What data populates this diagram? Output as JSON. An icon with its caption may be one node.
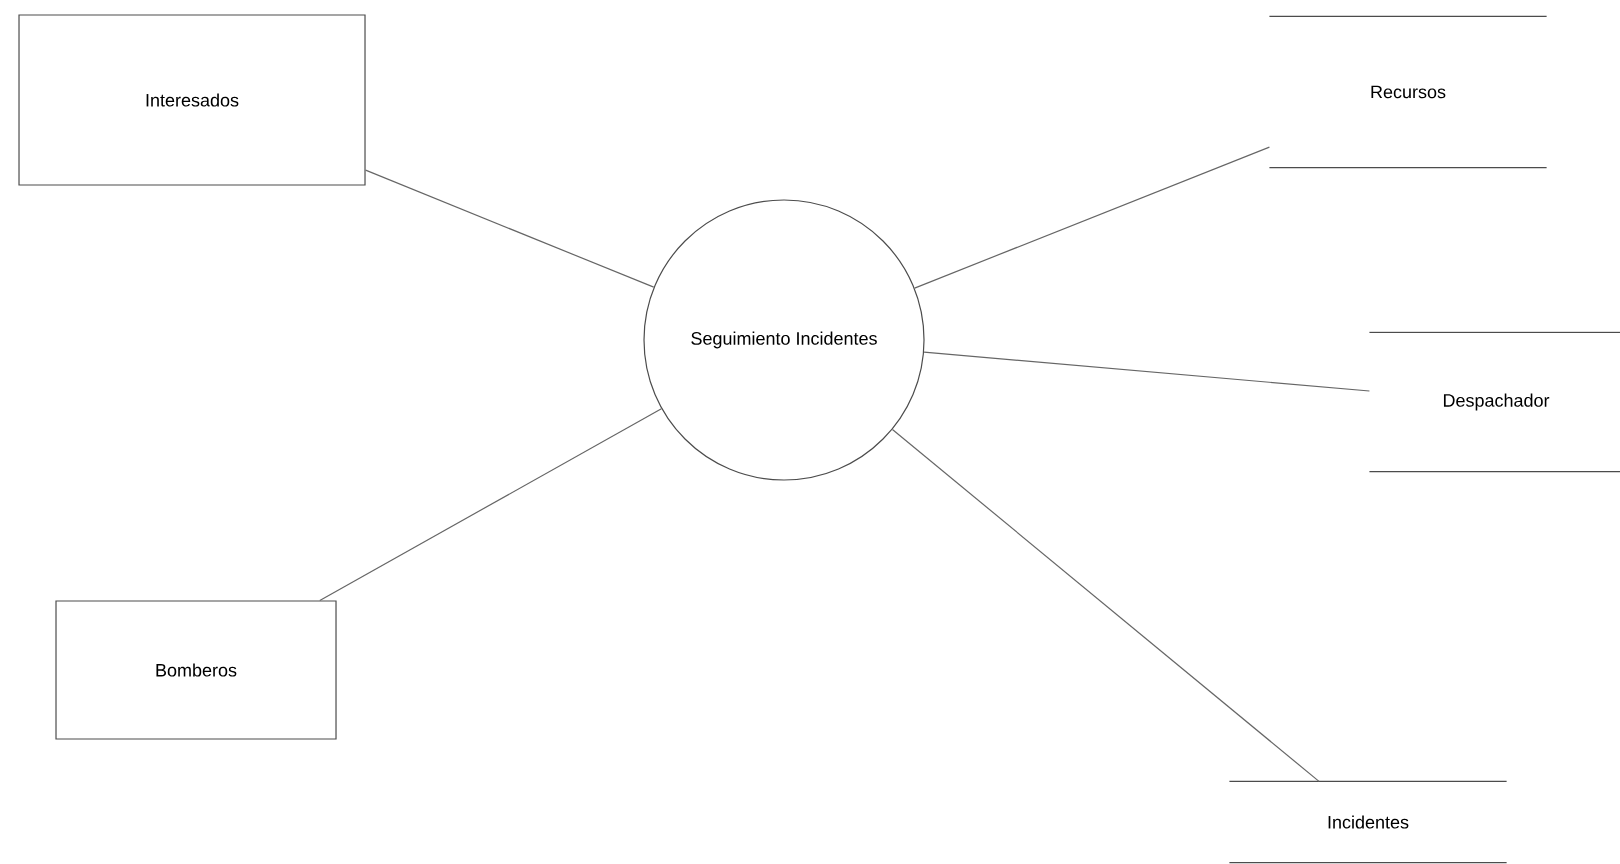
{
  "diagram": {
    "nodes": [
      {
        "text": [
          "Interesados"
        ]
      },
      {
        "text": [
          "Bomberos"
        ]
      },
      {
        "text": [
          "Seguimiento Incidentes"
        ]
      },
      {
        "text": [
          "Recursos"
        ]
      },
      {
        "text": [
          "Despachador"
        ]
      },
      {
        "text": [
          "Incidentes"
        ]
      }
    ],
    "edges": [
      {
        "from": 0,
        "to": 2,
        "arrow": "none"
      },
      {
        "from": 1,
        "to": 2,
        "arrow": "none"
      },
      {
        "from": 2,
        "to": 3,
        "arrow": "none"
      },
      {
        "from": 2,
        "to": 4,
        "arrow": "none"
      },
      {
        "from": 2,
        "to": 5,
        "arrow": "none"
      }
    ]
  }
}
